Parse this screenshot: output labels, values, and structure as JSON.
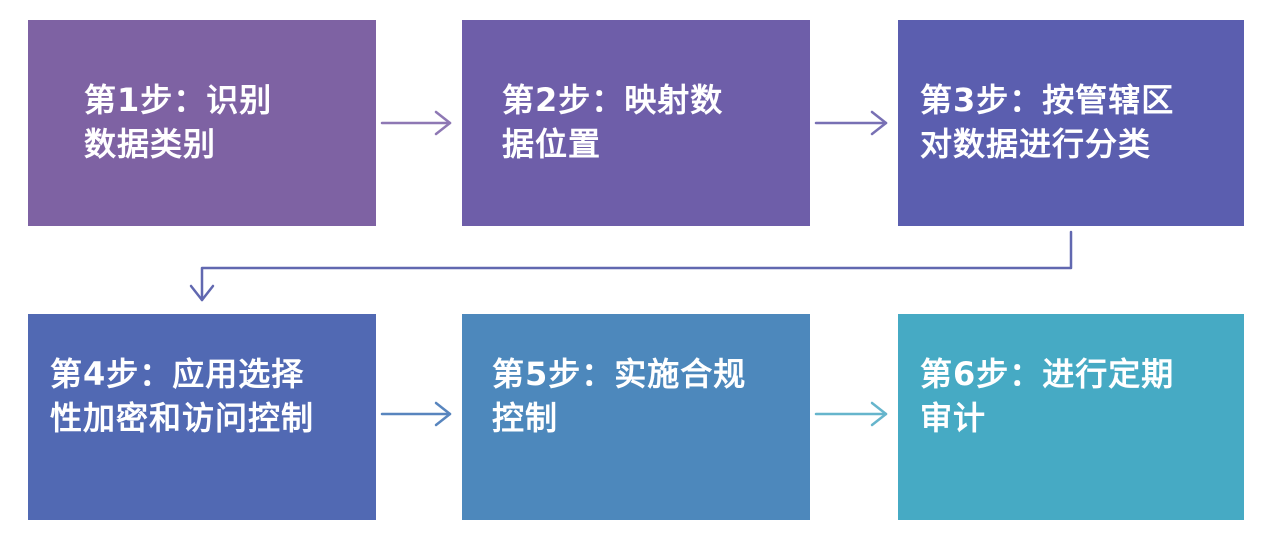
{
  "steps": [
    {
      "label": "第1步：识别\n数据类别",
      "color": "#7E62A3"
    },
    {
      "label": "第2步：映射数\n据位置",
      "color": "#6E5EA9"
    },
    {
      "label": "第3步：按管辖区\n对数据进行分类",
      "color": "#5B5EAF"
    },
    {
      "label": "第4步：应用选择\n性加密和访问控制",
      "color": "#5169B3"
    },
    {
      "label": "第5步：实施合规\n控制",
      "color": "#4D88BC"
    },
    {
      "label": "第6步：进行定期\n审计",
      "color": "#46AAC4"
    }
  ],
  "arrow_colors": {
    "a12": "#8E78B4",
    "a23": "#7870B4",
    "a34": "#6168B0",
    "a45": "#5885BE",
    "a56": "#66B5CC"
  }
}
